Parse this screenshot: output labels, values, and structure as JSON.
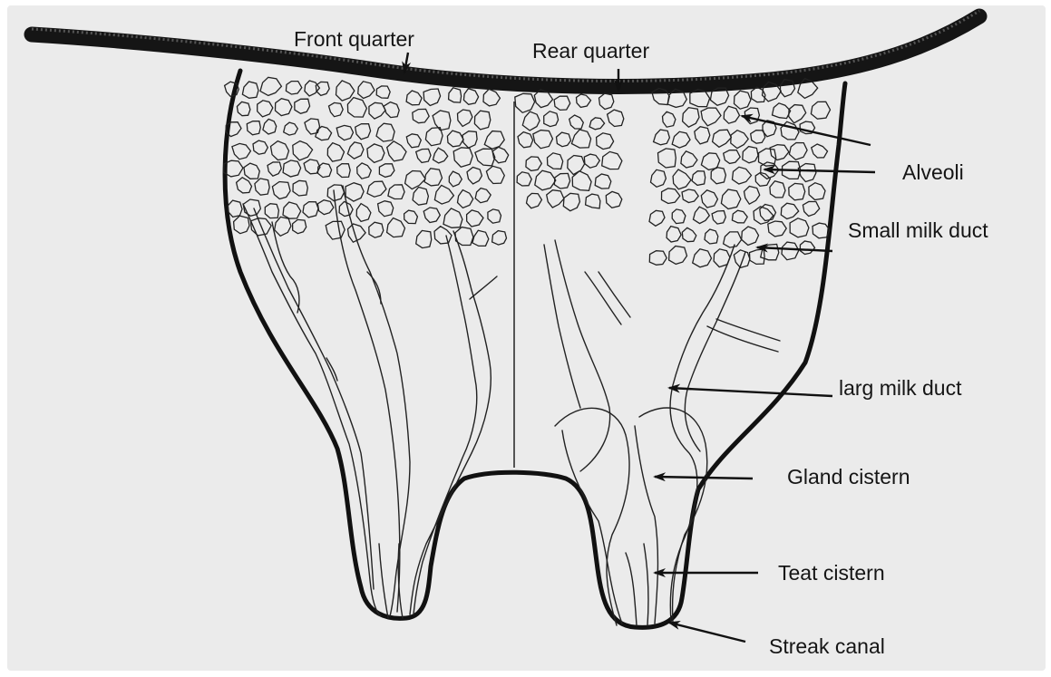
{
  "labels": {
    "front_quarter": "Front quarter",
    "rear_quarter": "Rear quarter",
    "alveoli": "Alveoli",
    "small_milk_duct": "Small milk duct",
    "large_milk_duct": "larg milk duct",
    "gland_cistern": "Gland cistern",
    "teat_cistern": "Teat cistern",
    "streak_canal": "Streak canal"
  }
}
